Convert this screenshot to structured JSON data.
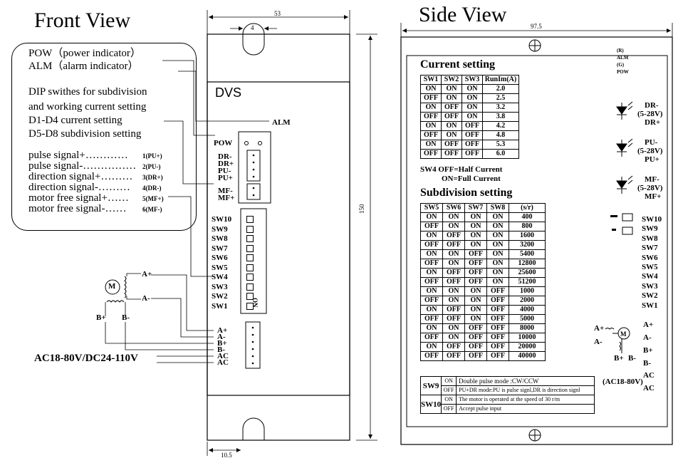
{
  "front": {
    "title": "Front View",
    "device_label": "DVS",
    "alm_label": "ALM",
    "pow_label": "POW",
    "dim_width": "53",
    "dim_gap": "4",
    "dim_height": "150",
    "dim_bottom": "10.5",
    "callout_lines": [
      "POW（power indicator）",
      "ALM（alarm indicator）",
      "DIP swithes for subdivision",
      "and working current setting",
      "D1-D4 current setting",
      "D5-D8 subdivision setting"
    ],
    "signal_lines": [
      {
        "text": "pulse signal+…………",
        "pin": "1(PU+)"
      },
      {
        "text": "pulse signal-……………",
        "pin": "2(PU-)"
      },
      {
        "text": "direction signal+………",
        "pin": "3(DR+)"
      },
      {
        "text": "direction signal-………",
        "pin": "4(DR-)"
      },
      {
        "text": "motor free signal+……",
        "pin": "5(MF+)"
      },
      {
        "text": "motor free signal-……",
        "pin": "6(MF-)"
      }
    ],
    "pins_top": [
      "DR-",
      "DR+",
      "PU-",
      "PU+"
    ],
    "pins_mf": [
      "MF-",
      "MF+"
    ],
    "sw_labels": [
      "SW10",
      "SW9",
      "SW8",
      "SW7",
      "SW6",
      "SW5",
      "SW4",
      "SW3",
      "SW2",
      "SW1"
    ],
    "on_label": "ON",
    "power_pins": [
      "A+",
      "A-",
      "B+",
      "B-",
      "AC",
      "AC"
    ],
    "power_label": "AC18-80V/DC24-110V",
    "motor": {
      "symbol": "M",
      "a_plus": "A+",
      "a_minus": "A-",
      "b_plus": "B+",
      "b_minus": "B-"
    }
  },
  "side": {
    "title": "Side View",
    "dim_width": "97.5",
    "led_labels": [
      "(R)",
      "ALM",
      "(G)",
      "POW"
    ],
    "current_title": "Current setting",
    "current_header": [
      "SW1",
      "SW2",
      "SW3",
      "RunIm(A)"
    ],
    "current_rows": [
      [
        "ON",
        "ON",
        "ON",
        "2.0"
      ],
      [
        "OFF",
        "ON",
        "ON",
        "2.5"
      ],
      [
        "ON",
        "OFF",
        "ON",
        "3.2"
      ],
      [
        "OFF",
        "OFF",
        "ON",
        "3.8"
      ],
      [
        "ON",
        "ON",
        "OFF",
        "4.2"
      ],
      [
        "OFF",
        "ON",
        "OFF",
        "4.8"
      ],
      [
        "ON",
        "OFF",
        "OFF",
        "5.3"
      ],
      [
        "OFF",
        "OFF",
        "OFF",
        "6.0"
      ]
    ],
    "sw4_note_1": "SW4   OFF=Half  Current",
    "sw4_note_2": "ON=Full  Current",
    "subdiv_title": "Subdivision setting",
    "subdiv_header": [
      "SW5",
      "SW6",
      "SW7",
      "SW8",
      "(s/r)"
    ],
    "subdiv_rows": [
      [
        "ON",
        "ON",
        "ON",
        "ON",
        "400"
      ],
      [
        "OFF",
        "ON",
        "ON",
        "ON",
        "800"
      ],
      [
        "ON",
        "OFF",
        "ON",
        "ON",
        "1600"
      ],
      [
        "OFF",
        "OFF",
        "ON",
        "ON",
        "3200"
      ],
      [
        "ON",
        "ON",
        "OFF",
        "ON",
        "5400"
      ],
      [
        "OFF",
        "ON",
        "OFF",
        "ON",
        "12800"
      ],
      [
        "ON",
        "OFF",
        "OFF",
        "ON",
        "25600"
      ],
      [
        "OFF",
        "OFF",
        "OFF",
        "ON",
        "51200"
      ],
      [
        "ON",
        "ON",
        "ON",
        "OFF",
        "1000"
      ],
      [
        "OFF",
        "ON",
        "ON",
        "OFF",
        "2000"
      ],
      [
        "ON",
        "OFF",
        "ON",
        "OFF",
        "4000"
      ],
      [
        "OFF",
        "OFF",
        "ON",
        "OFF",
        "5000"
      ],
      [
        "ON",
        "ON",
        "OFF",
        "OFF",
        "8000"
      ],
      [
        "OFF",
        "ON",
        "OFF",
        "OFF",
        "10000"
      ],
      [
        "ON",
        "OFF",
        "OFF",
        "OFF",
        "20000"
      ],
      [
        "OFF",
        "OFF",
        "OFF",
        "OFF",
        "40000"
      ]
    ],
    "sw9_label": "SW9",
    "sw9_on": "ON",
    "sw9_on_text": "Double pulse mode :CW/CCW",
    "sw9_off": "OFF",
    "sw9_off_text": "PU+DR mode:PU is pulse signl,DR is direction signl",
    "sw10_label": "SW10",
    "sw10_on": "ON",
    "sw10_on_text": "The motor is operated at the speed of 30 r/m",
    "sw10_off": "OFF",
    "sw10_off_text": "Accept pulse input",
    "opto": [
      {
        "top": "DR-",
        "mid": "(5-28V)",
        "bot": "DR+"
      },
      {
        "top": "PU-",
        "mid": "(5-28V)",
        "bot": "PU+"
      },
      {
        "top": "MF-",
        "mid": "(5-28V)",
        "bot": "MF+"
      }
    ],
    "sw_labels": [
      "SW10",
      "SW9",
      "SW8",
      "SW7",
      "SW6",
      "SW5",
      "SW4",
      "SW3",
      "SW2",
      "SW1"
    ],
    "motor_pins": [
      "A+",
      "A-",
      "B+",
      "B-",
      "AC",
      "AC"
    ],
    "motor": {
      "symbol": "M",
      "a_plus": "A+",
      "a_minus": "A-",
      "b_plus": "B+",
      "b_minus": "B-"
    },
    "power_label": "(AC18-80V)"
  }
}
